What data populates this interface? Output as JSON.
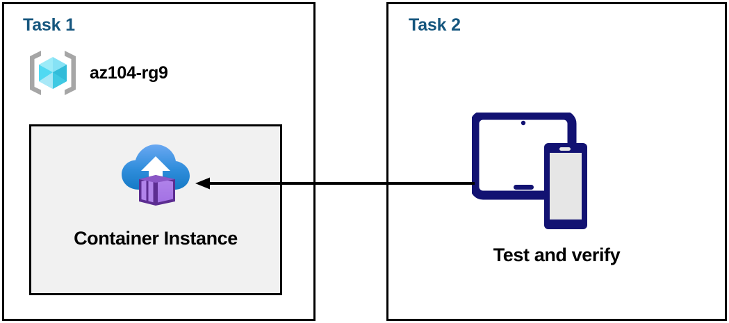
{
  "diagram": {
    "title_color": "#15567E",
    "panels": [
      {
        "id": "task-1",
        "title": "Task 1",
        "resource_group": {
          "icon": "azure-resource-group-icon",
          "label": "az104-rg9"
        },
        "resource": {
          "icon": "azure-container-instance-icon",
          "label": "Container Instance",
          "background": "#f1f1f1",
          "border": "#000000"
        }
      },
      {
        "id": "task-2",
        "title": "Task 2",
        "resource": {
          "icon": "tablet-and-phone-devices-icon",
          "label": "Test and verify",
          "color": "#121272"
        }
      }
    ],
    "connector": {
      "name": "flow-arrow",
      "from": "Test and verify",
      "to": "Container Instance",
      "direction": "right-to-left",
      "color": "#000000"
    }
  }
}
